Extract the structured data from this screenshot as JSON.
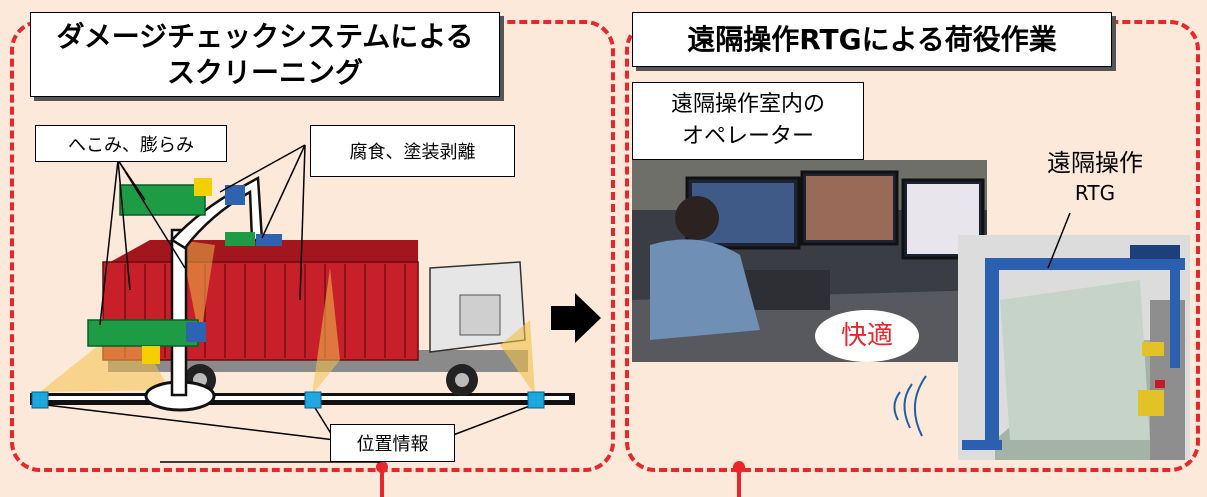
{
  "left_panel": {
    "title_line1": "ダメージチェックシステムによる",
    "title_line2": "スクリーニング",
    "label_dents": "へこみ、膨らみ",
    "label_corrosion": "腐食、塗装剥離",
    "label_position": "位置情報"
  },
  "right_panel": {
    "title": "遠隔操作RTGによる荷役作業",
    "operator_line1": "遠隔操作室内の",
    "operator_line2": "オペレーター",
    "rtg_line1": "遠隔操作",
    "rtg_line2": "RTG",
    "comfort": "快適"
  },
  "colors": {
    "border": "#e8262b",
    "background": "#fde9d9",
    "container": "#c8202a",
    "sensor": "#1fa7e0",
    "comfort_text": "#e8262b"
  }
}
